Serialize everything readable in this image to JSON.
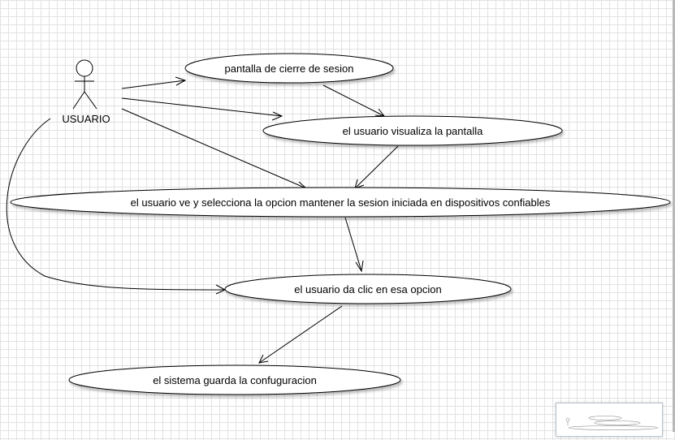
{
  "actor": {
    "label": "USUARIO"
  },
  "use_cases": [
    {
      "id": "uc1",
      "label": "pantalla de cierre de sesion"
    },
    {
      "id": "uc2",
      "label": "el usuario visualiza la pantalla"
    },
    {
      "id": "uc3",
      "label": "el usuario ve y selecciona  la opcion mantener la sesion iniciada en dispositivos confiables"
    },
    {
      "id": "uc4",
      "label": "el usuario da clic en esa opcion"
    },
    {
      "id": "uc5",
      "label": "el sistema guarda la confuguracion"
    }
  ],
  "connections": [
    {
      "from": "actor",
      "to": "uc1"
    },
    {
      "from": "actor",
      "to": "uc2"
    },
    {
      "from": "actor",
      "to": "uc3"
    },
    {
      "from": "actor",
      "to": "uc4"
    },
    {
      "from": "uc1",
      "to": "uc2"
    },
    {
      "from": "uc2",
      "to": "uc3"
    },
    {
      "from": "uc3",
      "to": "uc4"
    },
    {
      "from": "uc4",
      "to": "uc5"
    }
  ]
}
